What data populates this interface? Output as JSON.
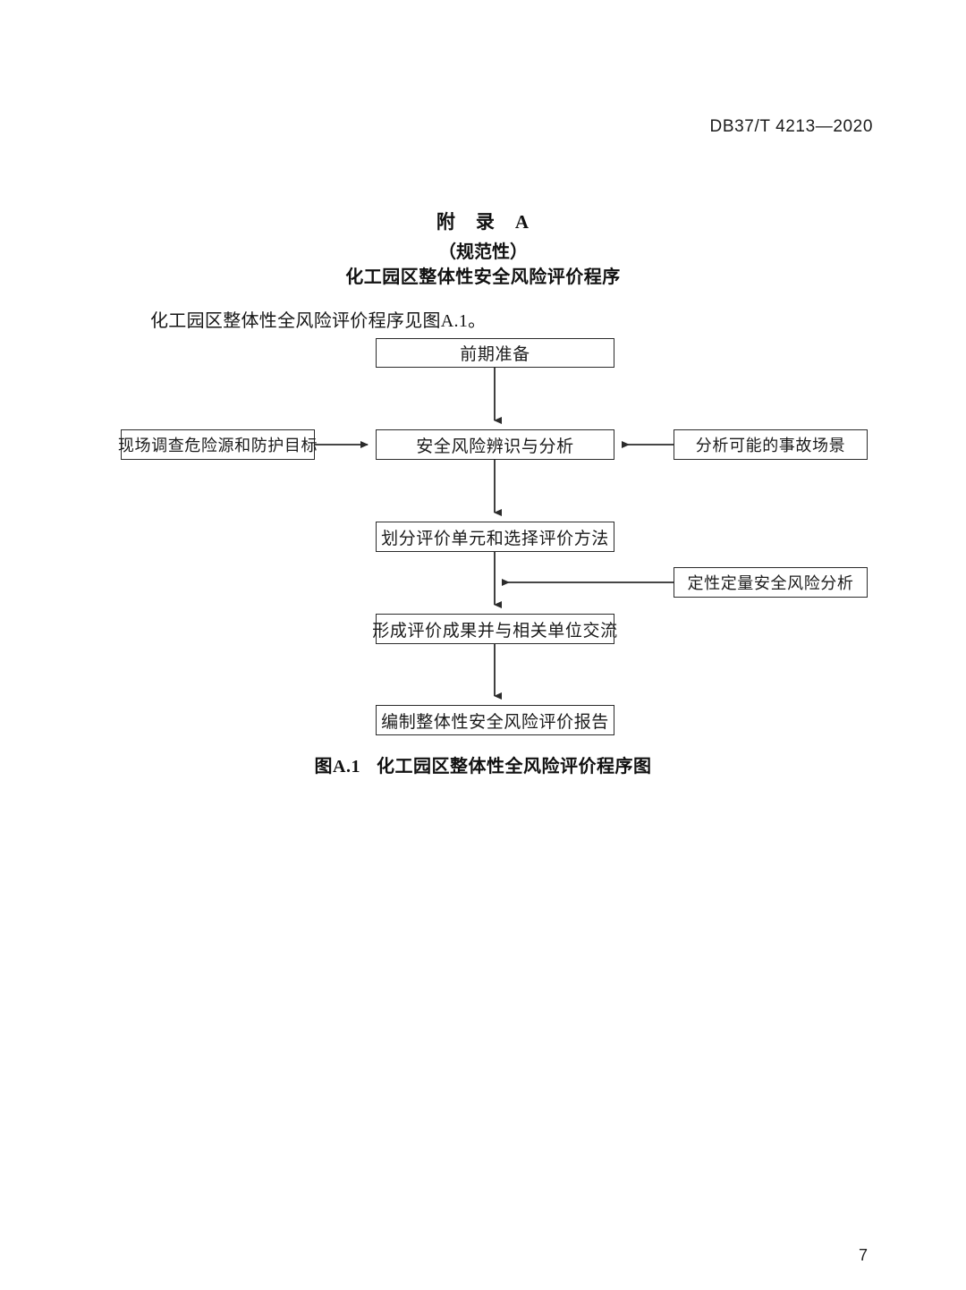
{
  "document": {
    "header_code": "DB37/T 4213—2020",
    "page_number": "7"
  },
  "annex": {
    "title": "附　录　A",
    "subtitle": "（规范性）",
    "name": "化工园区整体性安全风险评价程序",
    "lead_text": "化工园区整体性全风险评价程序见图A.1。"
  },
  "figure": {
    "caption_label": "图A.1",
    "caption_text": "化工园区整体性全风险评价程序图"
  },
  "chart_data": {
    "type": "diagram",
    "title": "化工园区整体性全风险评价程序图",
    "nodes": [
      {
        "id": "prep",
        "label": "前期准备",
        "column": "main",
        "row": 1
      },
      {
        "id": "survey",
        "label": "现场调查危险源和防护目标",
        "column": "left",
        "row": 2
      },
      {
        "id": "ident",
        "label": "安全风险辨识与分析",
        "column": "main",
        "row": 2
      },
      {
        "id": "scene",
        "label": "分析可能的事故场景",
        "column": "right",
        "row": 2
      },
      {
        "id": "unit",
        "label": "划分评价单元和选择评价方法",
        "column": "main",
        "row": 3
      },
      {
        "id": "quant",
        "label": "定性定量安全风险分析",
        "column": "right",
        "row": 4
      },
      {
        "id": "result",
        "label": "形成评价成果并与相关单位交流",
        "column": "main",
        "row": 5
      },
      {
        "id": "report",
        "label": "编制整体性安全风险评价报告",
        "column": "main",
        "row": 6
      }
    ],
    "edges": [
      {
        "from": "prep",
        "to": "ident",
        "direction": "down"
      },
      {
        "from": "survey",
        "to": "ident",
        "direction": "right"
      },
      {
        "from": "scene",
        "to": "ident",
        "direction": "left"
      },
      {
        "from": "ident",
        "to": "unit",
        "direction": "down"
      },
      {
        "from": "unit",
        "to": "result",
        "direction": "down"
      },
      {
        "from": "quant",
        "to": "result",
        "direction": "left-then-down"
      },
      {
        "from": "result",
        "to": "report",
        "direction": "down"
      }
    ]
  }
}
